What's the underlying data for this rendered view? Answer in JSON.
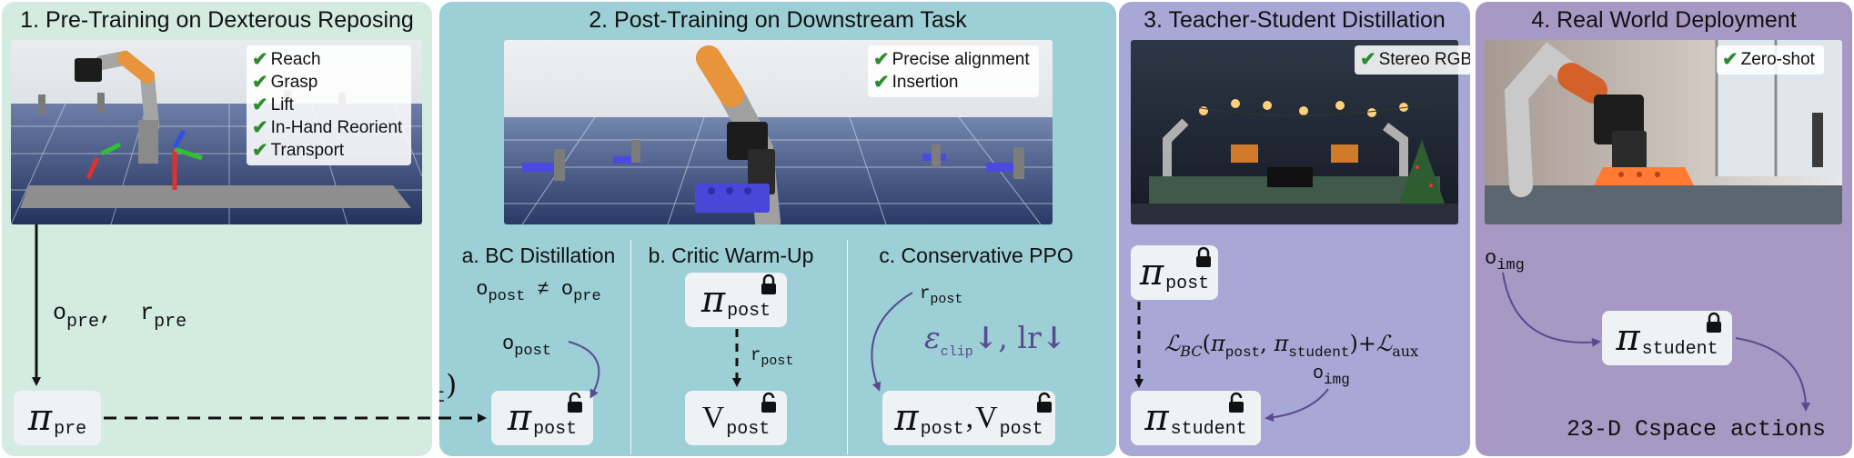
{
  "panels": [
    {
      "title": "1. Pre-Training on Dexterous Reposing",
      "checks": [
        "Reach",
        "Grasp",
        "Lift",
        "In-Hand Reorient",
        "Transport"
      ]
    },
    {
      "title": "2. Post-Training on Downstream Task",
      "checks": [
        "Precise alignment",
        "Insertion"
      ],
      "subsections": [
        "a. BC Distillation",
        "b. Critic Warm-Up",
        "c. Conservative PPO"
      ]
    },
    {
      "title": "3. Teacher-Student Distillation",
      "checks": [
        "Stereo RGB"
      ]
    },
    {
      "title": "4. Real World Deployment",
      "checks": [
        "Zero-shot"
      ]
    }
  ],
  "symbols": {
    "pi": "π",
    "V": "V",
    "o": "o",
    "r": "r",
    "L": "ℒ",
    "BC": "BC",
    "aux": "aux",
    "eps": "ε",
    "clip": "clip",
    "lr": "lr",
    "down_arrow": "↓",
    "neq": "≠",
    "comma": ",",
    "plus": "+",
    "lparen": "(",
    "rparen": ")"
  },
  "subscripts": {
    "pre": "pre",
    "post": "post",
    "student": "student",
    "img": "img"
  },
  "output_label": "23-D Cspace actions",
  "colors": {
    "panel1": "#d3ebe1",
    "panel2": "#9ccfd6",
    "panel3": "#a7a8d6",
    "panel4": "#a799c4",
    "arrow_purple": "#5a4a8f",
    "check_green": "#2e8b2e"
  }
}
